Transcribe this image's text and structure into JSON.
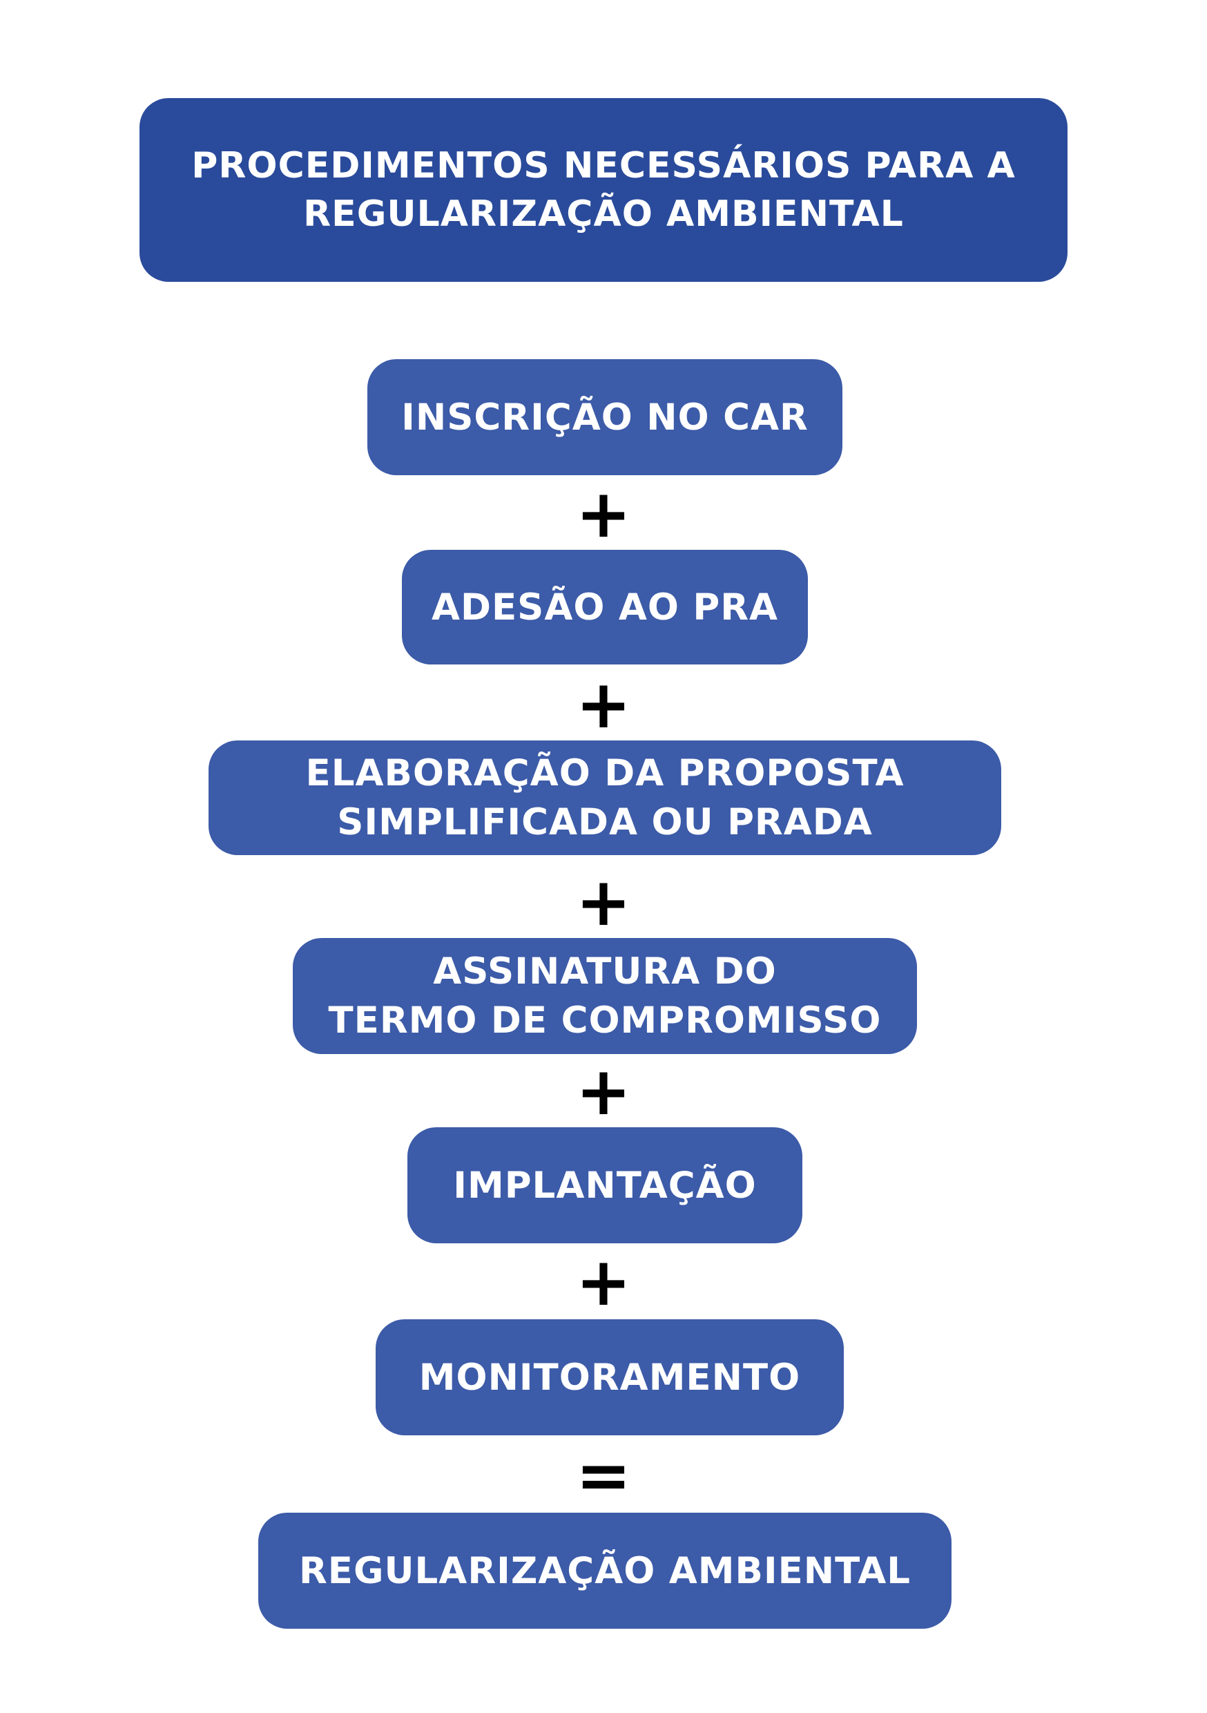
{
  "title": "PROCEDIMENTOS NECESSÁRIOS PARA A\nREGULARIZAÇÃO AMBIENTAL",
  "steps": [
    {
      "label": "INSCRIÇÃO NO CAR"
    },
    {
      "label": "ADESÃO AO PRA"
    },
    {
      "label": "ELABORAÇÃO DA PROPOSTA\nSIMPLIFICADA OU PRADA"
    },
    {
      "label": "ASSINATURA DO\nTERMO DE COMPROMISSO"
    },
    {
      "label": "IMPLANTAÇÃO"
    },
    {
      "label": "MONITORAMENTO"
    }
  ],
  "operators": [
    "+",
    "+",
    "+",
    "+",
    "+",
    "="
  ],
  "result": {
    "label": "REGULARIZAÇÃO AMBIENTAL"
  },
  "colors": {
    "title_bg": "#2a4b9b",
    "step_bg": "#3c5ba8",
    "text": "#ffffff",
    "operator": "#000000"
  }
}
